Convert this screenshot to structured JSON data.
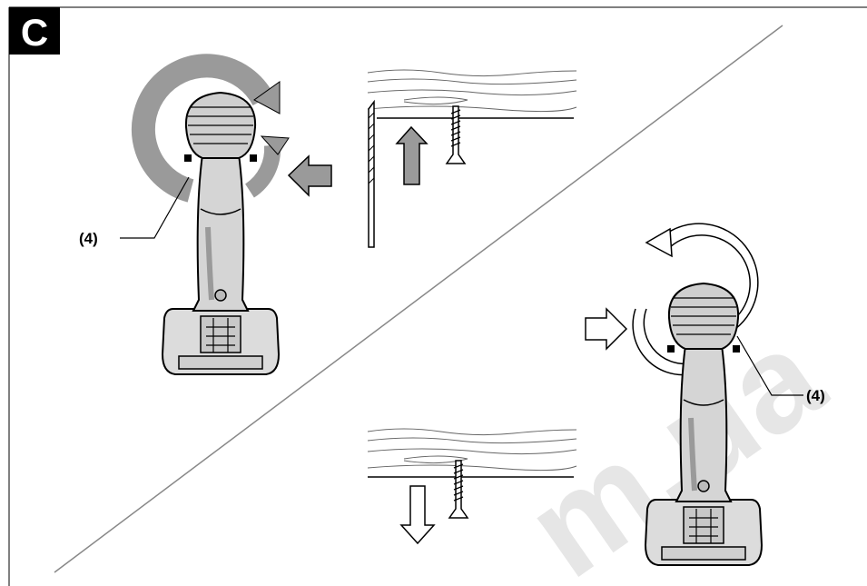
{
  "figure": {
    "label": "C",
    "callouts": {
      "left_switch": "(4)",
      "right_switch": "(4)"
    },
    "watermark": "m.ua"
  },
  "panels": [
    {
      "id": "forward",
      "switch_direction": "push-from-right",
      "rotation": "clockwise",
      "action": "screw-in"
    },
    {
      "id": "reverse",
      "switch_direction": "push-from-left",
      "rotation": "counter-clockwise",
      "action": "screw-out"
    }
  ],
  "colors": {
    "arrow_gray": "#9a9a9a",
    "tool_gray": "#d8d8d8",
    "outline": "#000000",
    "watermark": "#e6e6e6"
  }
}
